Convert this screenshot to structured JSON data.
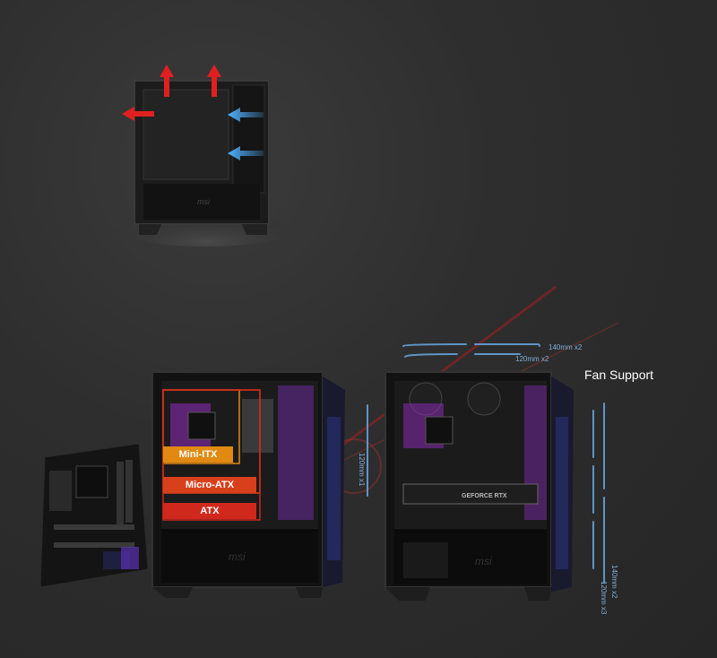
{
  "sizes": {
    "mini_itx": "Mini-ITX",
    "micro_atx": "Micro-ATX",
    "atx": "ATX"
  },
  "fan_support": {
    "title": "Fan Support",
    "top_140": "140mm x2",
    "top_120": "120mm x2",
    "rear_120": "120mm x1",
    "front_140": "140mm x2",
    "front_120": "120mm x3"
  },
  "brand": {
    "logo": "msi",
    "gpu_label": "GEFORCE RTX"
  },
  "colors": {
    "exhaust_arrow": "#e02020",
    "intake_arrow": "#4fb0ff",
    "mini_itx": "#e08a12",
    "micro_atx": "#d8401c",
    "atx": "#d0281c",
    "fan_line": "#5f95c8"
  }
}
